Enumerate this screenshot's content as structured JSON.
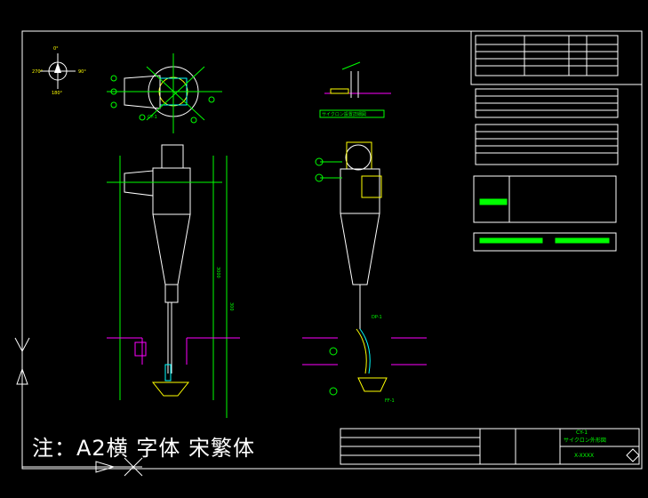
{
  "note_text": "注：A2横 字体 宋繁体",
  "labels": {
    "top_view": "CY-1",
    "side_tag": "FF-1",
    "detail_caption": "サイクロン設置詳細図",
    "flap_tag": "DP-1",
    "compass_0": "0°",
    "compass_90": "90°",
    "compass_180": "180°",
    "compass_270": "270°",
    "dim_right_1": "300",
    "dim_right_2": "3000"
  },
  "title_block": {
    "title_tag": "CY-1",
    "title_name": "サイクロン外形図",
    "drawing_no": "X-XXXX"
  },
  "colors": {
    "line": "#ffffff",
    "part": "#ffff00",
    "dim": "#00ff00",
    "accent": "#ff00ff",
    "cyan": "#00ffff"
  }
}
